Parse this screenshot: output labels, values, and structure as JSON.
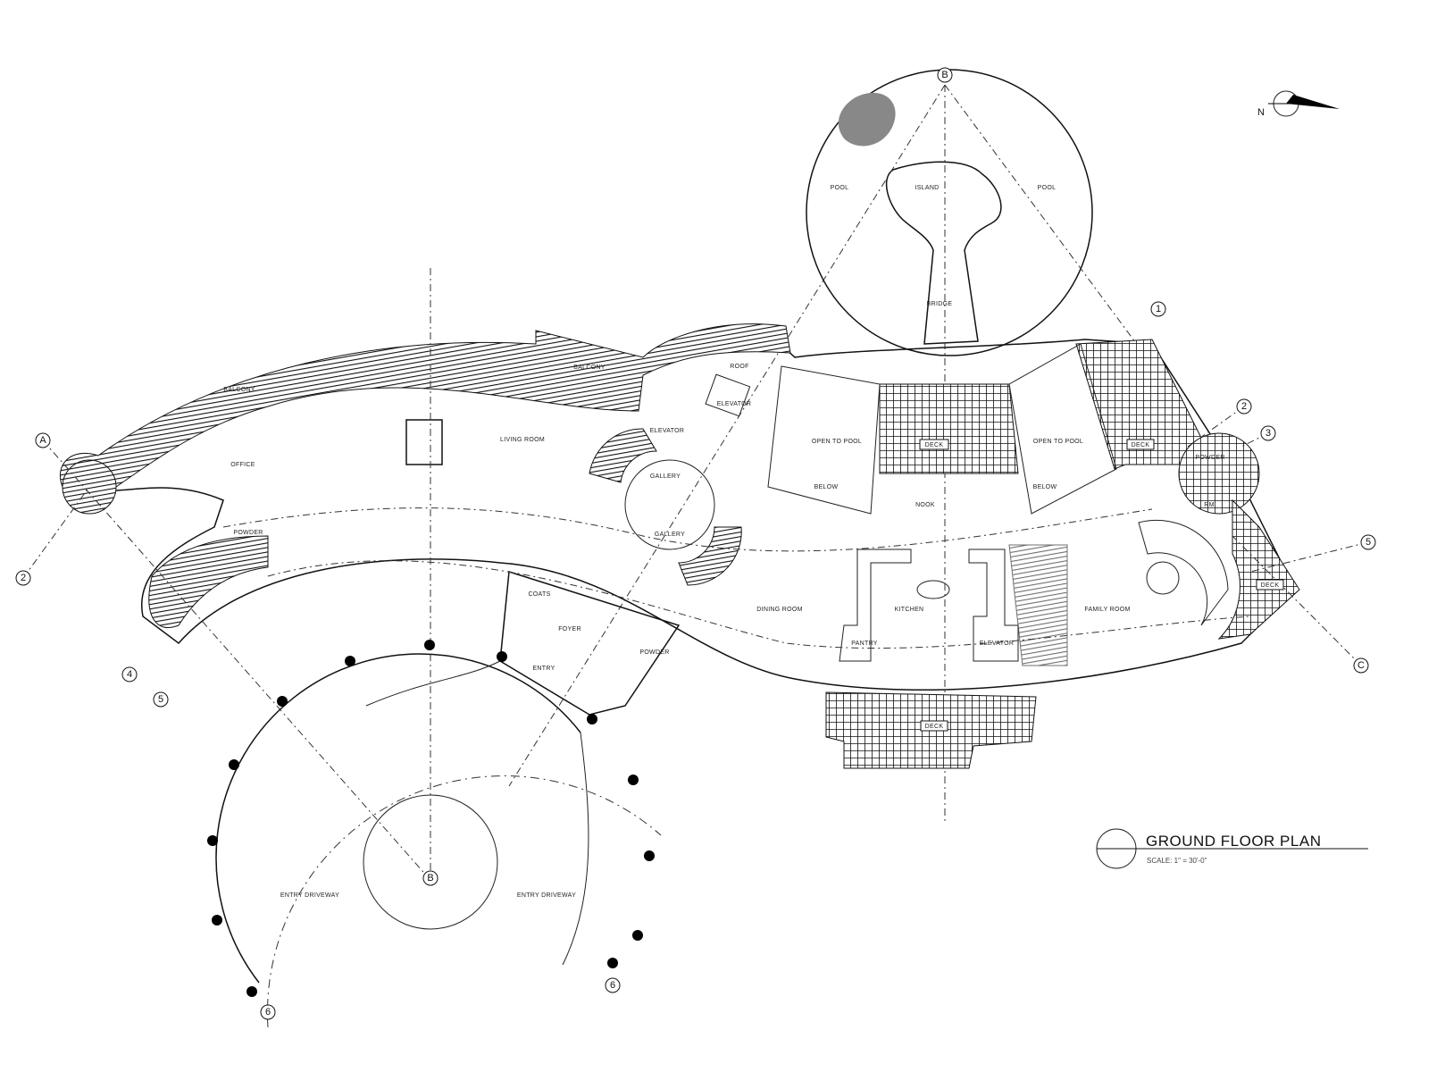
{
  "title_block": {
    "title": "GROUND FLOOR PLAN",
    "scale": "SCALE: 1\" = 30'-0\""
  },
  "north_arrow": {
    "label": "N"
  },
  "grid_markers": {
    "A": "A",
    "C": "C",
    "B_top": "B",
    "B_bottom": "B",
    "one": "1",
    "two_left": "2",
    "two_right": "2",
    "three": "3",
    "four": "4",
    "five_left": "5",
    "five_right": "5",
    "six_left": "6",
    "six_right": "6"
  },
  "rooms": {
    "balcony_1": "BALCONY",
    "balcony_2": "BALCONY",
    "office": "OFFICE",
    "powder_1": "POWDER",
    "living_room": "LIVING ROOM",
    "elevator_1": "ELEVATOR",
    "elevator_2": "ELEVATOR",
    "roof": "ROOF",
    "gallery_1": "GALLERY",
    "gallery_2": "GALLERY",
    "open_to_pool_1": "OPEN TO POOL",
    "below_1": "BELOW",
    "deck_1": "DECK",
    "open_to_pool_2": "OPEN TO POOL",
    "below_2": "BELOW",
    "deck_2": "DECK",
    "nook": "NOOK",
    "powder_2": "POWDER",
    "rm": "RM",
    "deck_3": "DECK",
    "dining_room": "DINING ROOM",
    "kitchen": "KITCHEN",
    "pantry": "PANTRY",
    "elevator_3": "ELEVATOR",
    "family_room": "FAMILY ROOM",
    "foyer": "FOYER",
    "coats": "COATS",
    "entry": "ENTRY",
    "powder_3": "POWDER",
    "deck_4": "DECK",
    "pool_1": "POOL",
    "island": "ISLAND",
    "pool_2": "POOL",
    "bridge": "BRIDGE",
    "entry_driveway_1": "ENTRY DRIVEWAY",
    "entry_driveway_2": "ENTRY DRIVEWAY"
  }
}
